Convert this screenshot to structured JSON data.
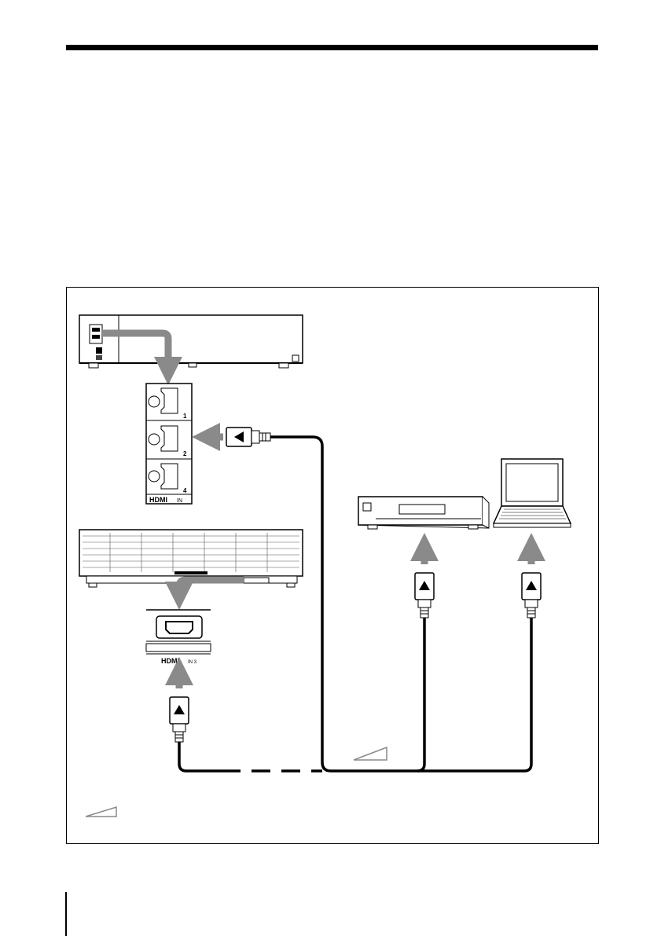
{
  "diagram": {
    "hdmi_logo": "HDMI",
    "in_label": "IN",
    "in3_label": "IN 3",
    "port_numbers": [
      "1",
      "2",
      "4"
    ]
  },
  "colors": {
    "arrow": "#8a8a8a",
    "line": "#000000",
    "panel_fill": "#ffffff",
    "slot_fill": "#222222"
  }
}
